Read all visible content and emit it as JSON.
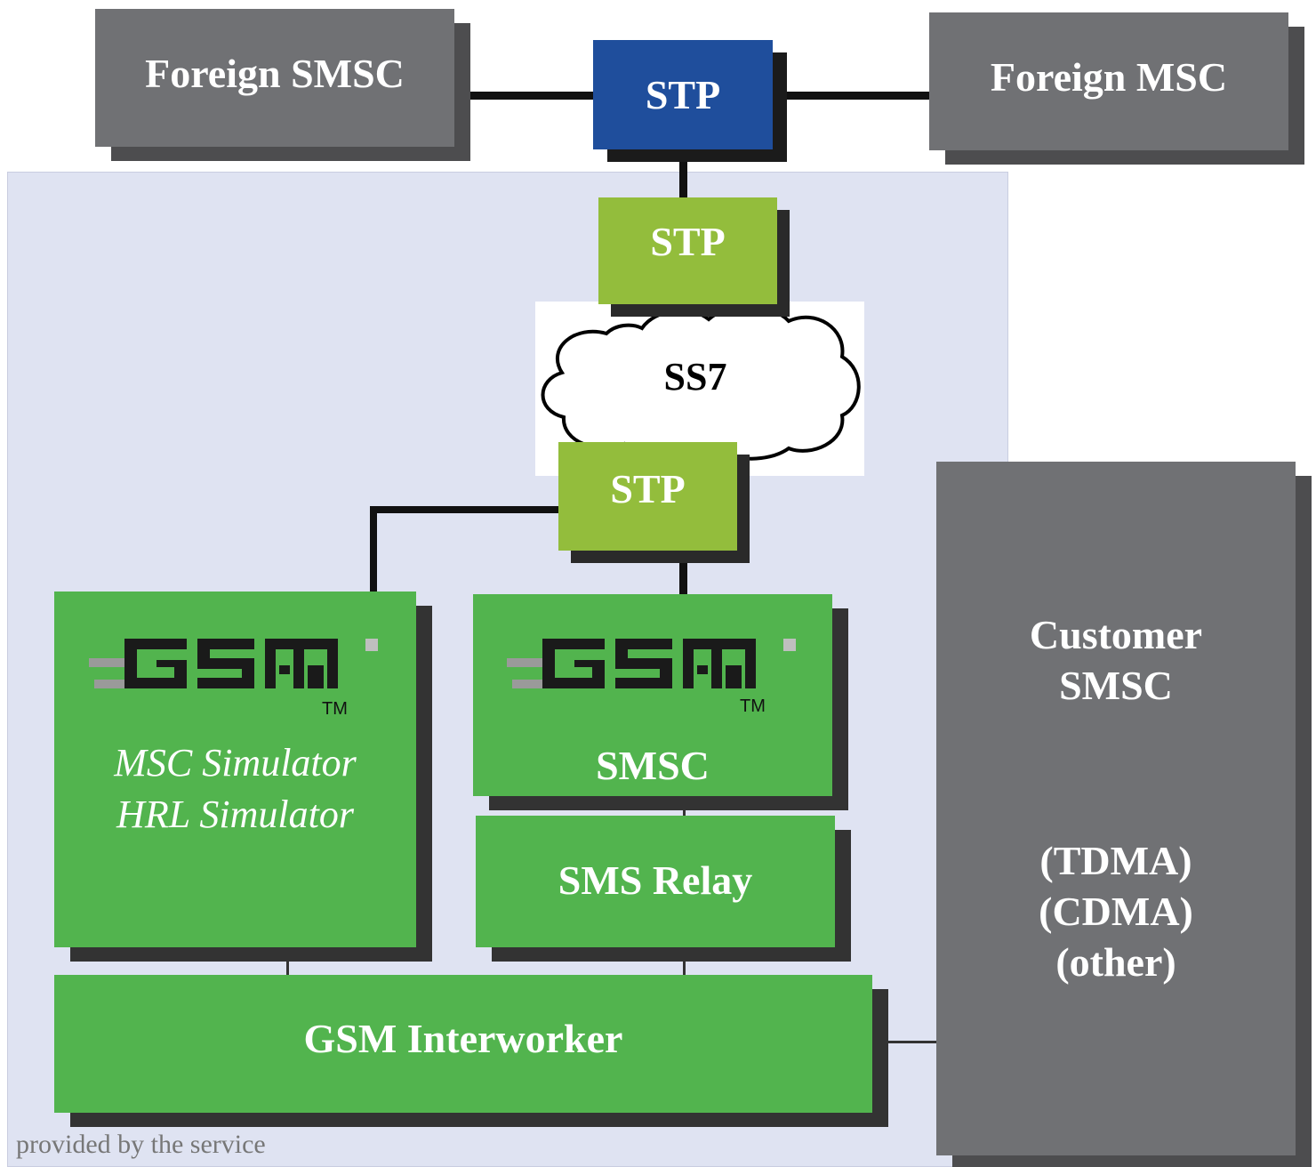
{
  "nodes": {
    "foreign_smsc": "Foreign SMSC",
    "stp_top": "STP",
    "foreign_msc": "Foreign MSC",
    "stp_upper": "STP",
    "ss7": "SS7",
    "stp_lower": "STP",
    "msc_sim_line1": "MSC Simulator",
    "msc_sim_line2": "HRL Simulator",
    "smsc": "SMSC",
    "sms_relay": "SMS Relay",
    "gsm_interworker": "GSM Interworker",
    "customer_smsc_line1": "Customer",
    "customer_smsc_line2": "SMSC",
    "customer_tdma": "(TDMA)",
    "customer_cdma": "(CDMA)",
    "customer_other": "(other)"
  },
  "logo": {
    "text": "GSM",
    "tm": "TM"
  },
  "footer": {
    "note": "provided by the service"
  },
  "colors": {
    "gray_box": "#707174",
    "stp_blue": "#1f4e9c",
    "stp_lime": "#93bd3c",
    "gsm_green": "#52b44e",
    "region_fill": "#dfe3f2"
  }
}
